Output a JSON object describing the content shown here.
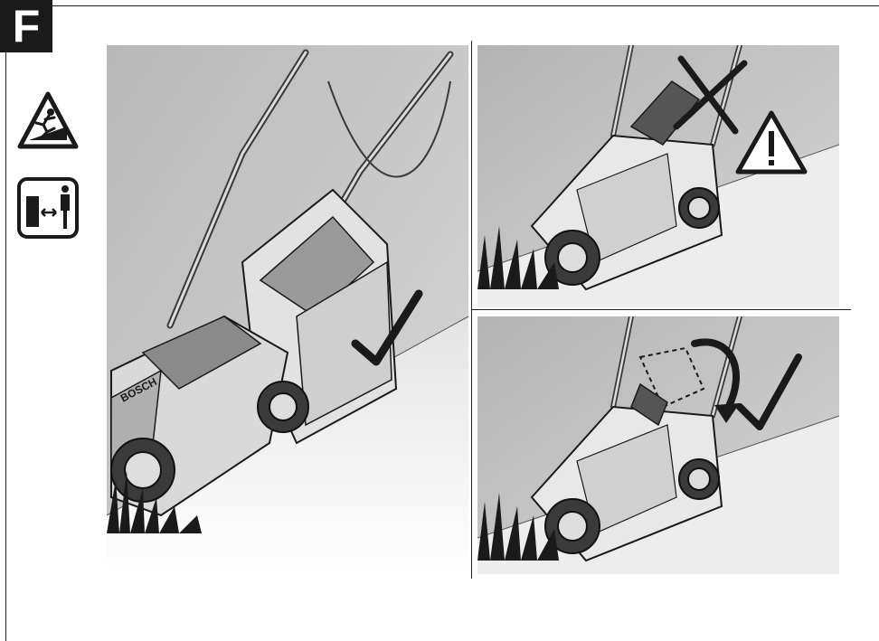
{
  "section": {
    "label": "F"
  },
  "icons": {
    "slip_warning": "slope-slip-warning-icon",
    "safety_distance": "keep-distance-icon"
  },
  "mower": {
    "brand_text": "BOSCH"
  },
  "panels": {
    "main": {
      "indicator": "checkmark"
    },
    "top_right": {
      "indicators": [
        "cross",
        "warning-triangle"
      ]
    },
    "bottom_right": {
      "indicators": [
        "rotate-arrow",
        "checkmark"
      ]
    }
  },
  "colors": {
    "background": "#ffffff",
    "label_bg": "#1a1a1a",
    "ink": "#1a1a1a",
    "panel_grey": "#c8c8c8"
  }
}
